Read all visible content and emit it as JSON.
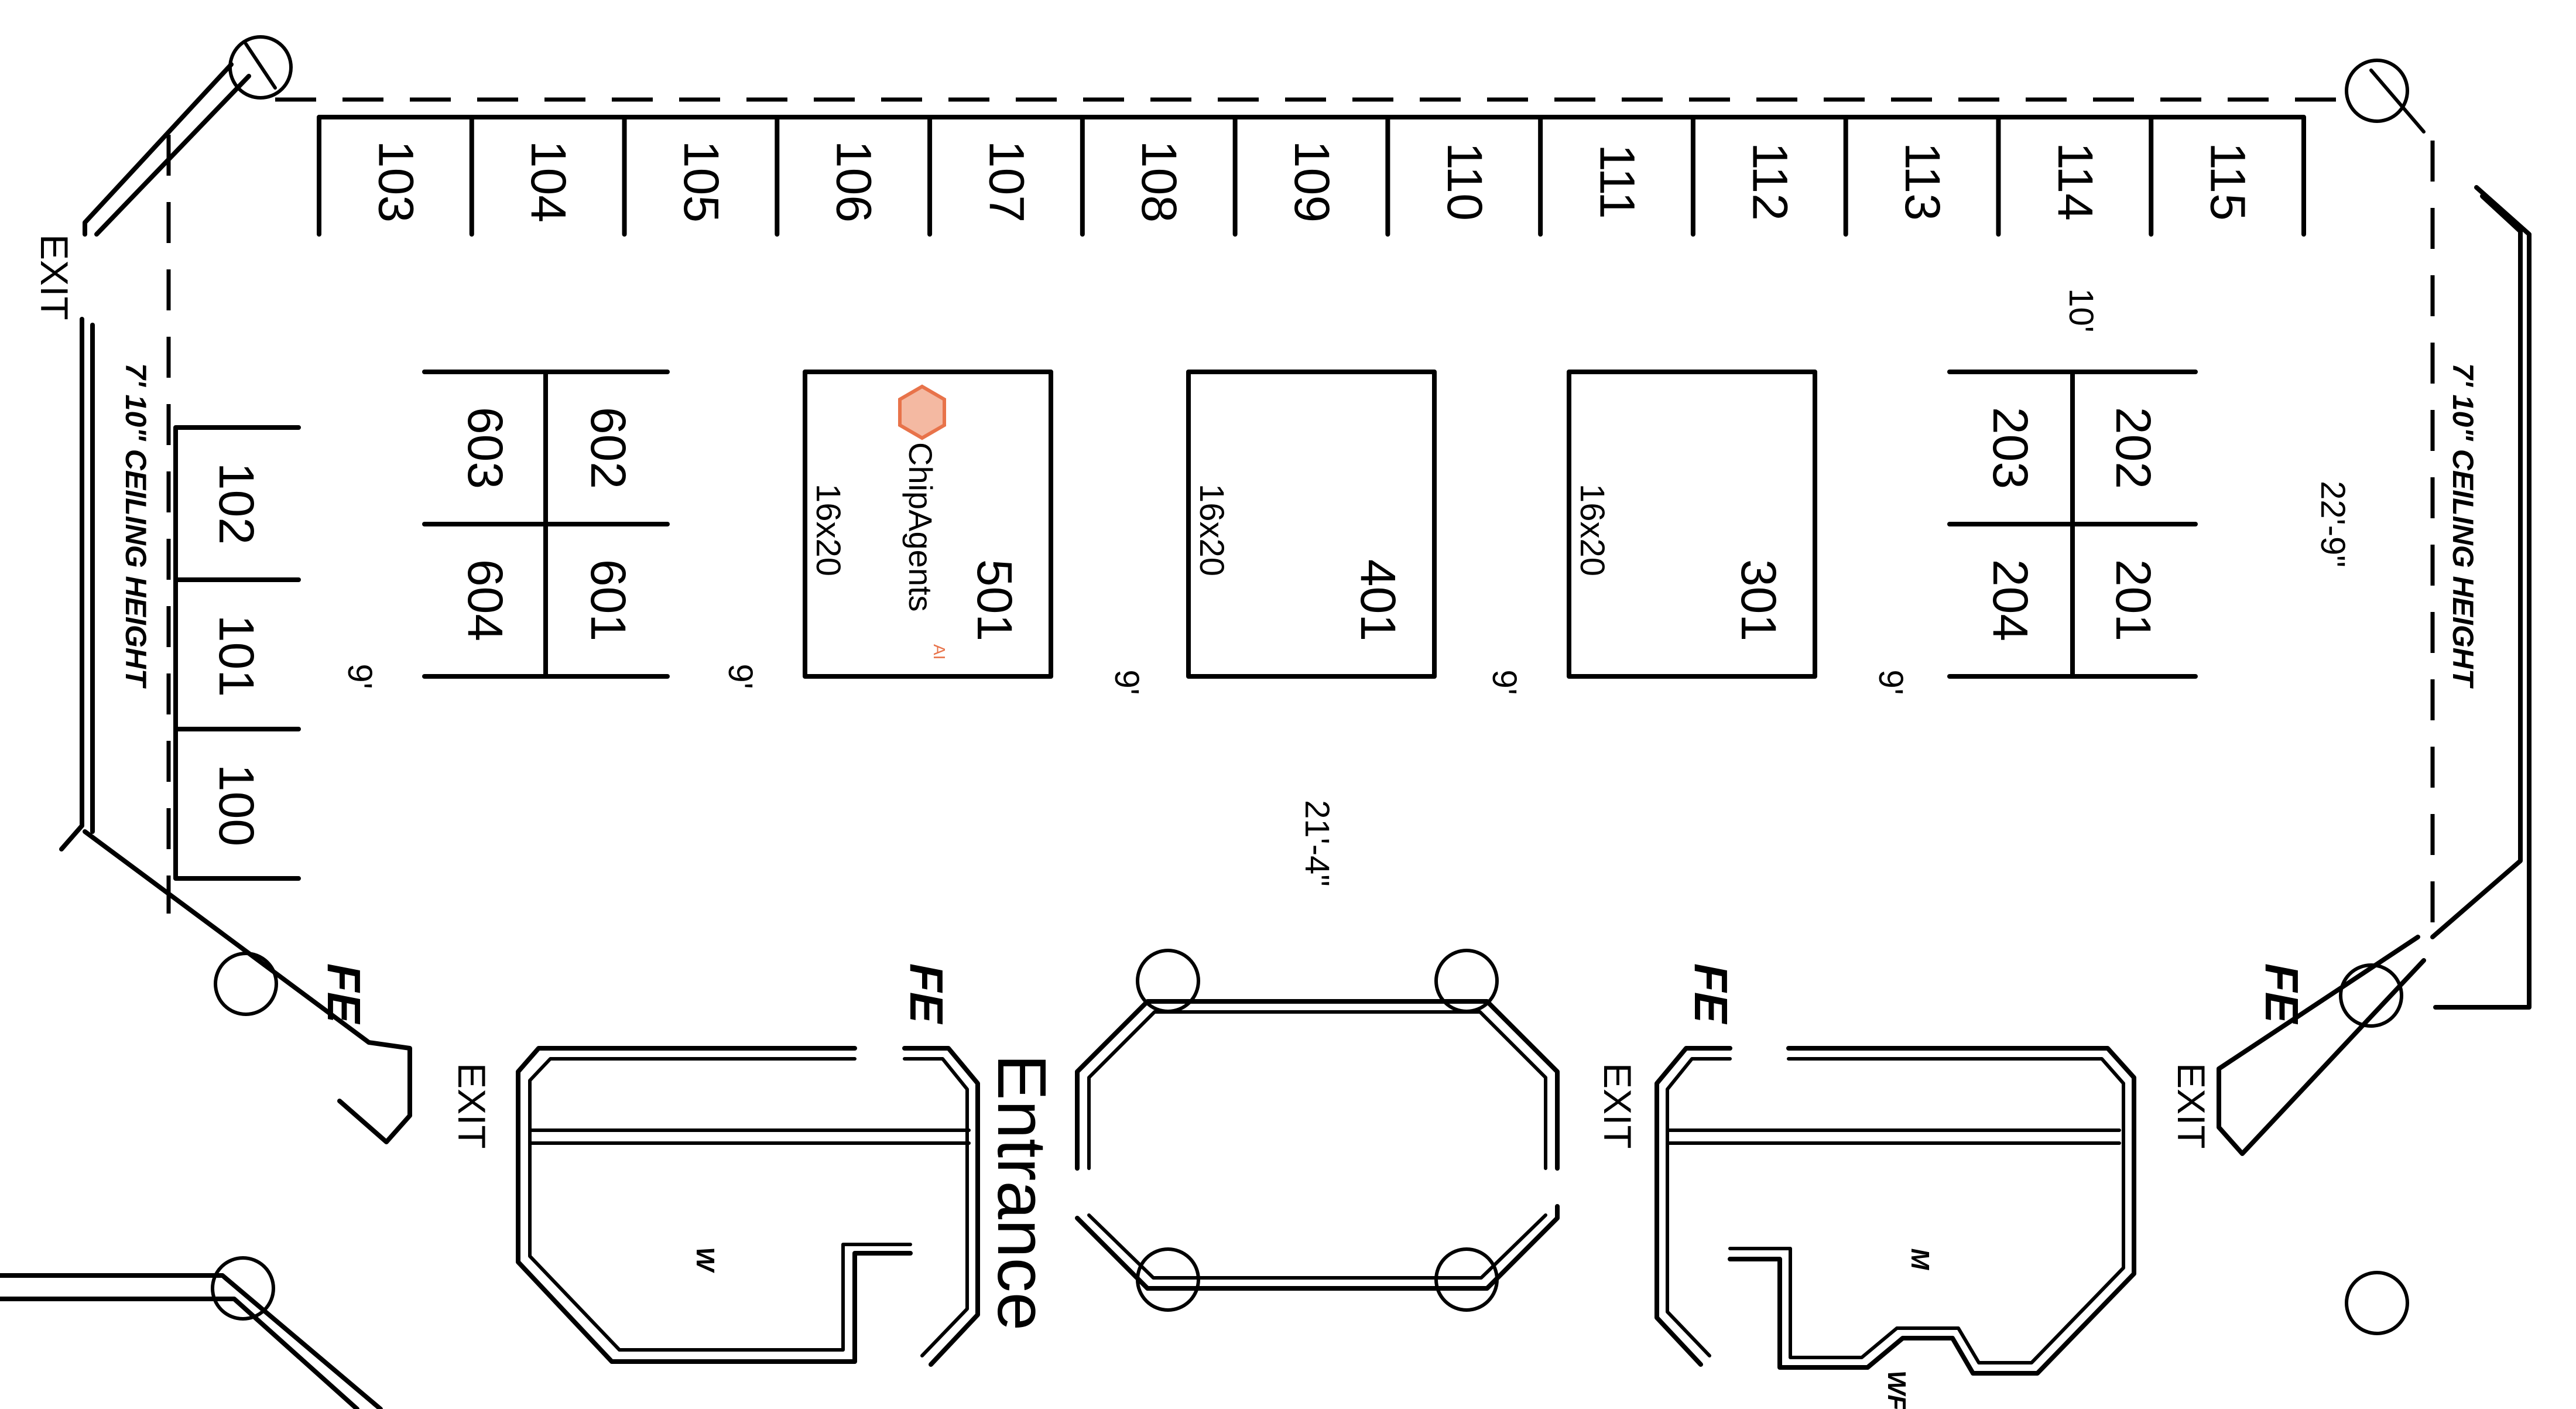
{
  "rows": {
    "top": [
      "103",
      "104",
      "105",
      "106",
      "107",
      "108",
      "109",
      "110",
      "111",
      "112",
      "113",
      "114",
      "115"
    ],
    "left": [
      "102",
      "101",
      "100"
    ],
    "island_600": [
      "602",
      "603",
      "601",
      "604"
    ],
    "island_500": "501",
    "island_400": "401",
    "island_300": "301",
    "island_200": [
      "202",
      "203",
      "201",
      "204"
    ]
  },
  "sizes": {
    "island_500": "16x20",
    "island_400": "16x20",
    "island_300": "16x20"
  },
  "dimensions": {
    "aisle": "9'",
    "top_gap": "10'",
    "width": "21'-4\"",
    "right": "22'-9\""
  },
  "labels": {
    "exit": "EXIT",
    "entrance": "Entrance",
    "fe": "FE",
    "ceiling": "7' 10\" CEILING HEIGHT",
    "restroom_w": "W",
    "restroom_m": "M",
    "restroom_wf": "WF"
  },
  "logo": {
    "name": "ChipAgents",
    "suffix": "AI",
    "color": "#e8734a"
  }
}
